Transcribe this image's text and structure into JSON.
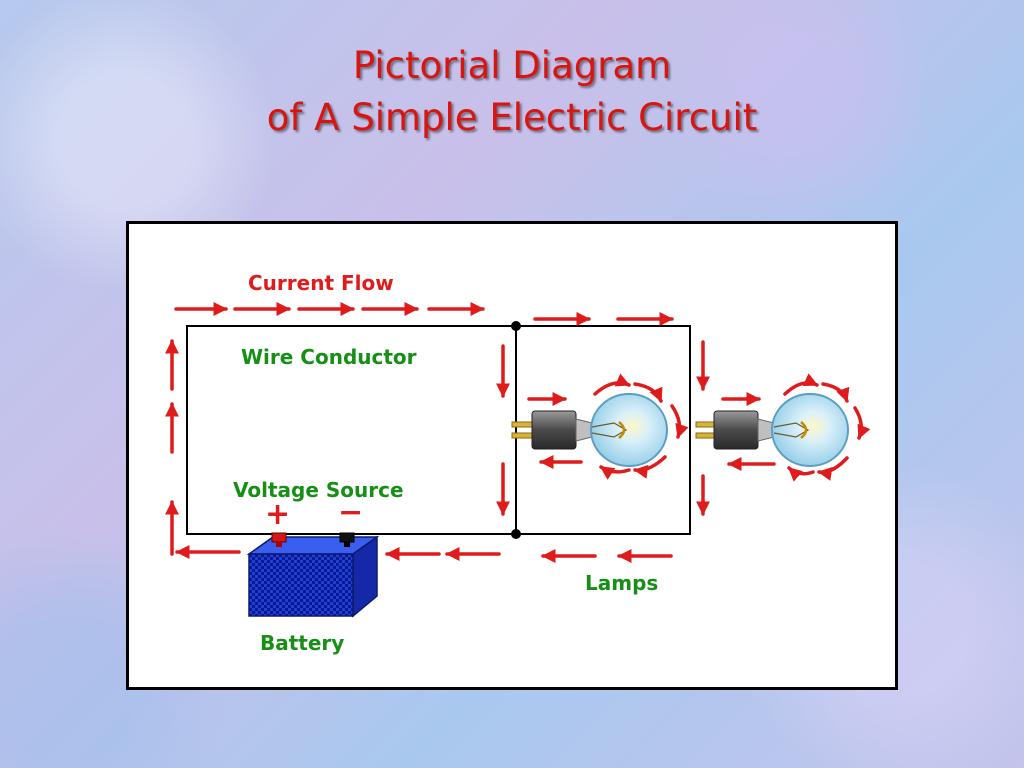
{
  "title": {
    "line1": "Pictorial Diagram",
    "line2": "of A Simple Electric Circuit"
  },
  "labels": {
    "current_flow": "Current Flow",
    "wire_conductor": "Wire Conductor",
    "voltage_source": "Voltage Source",
    "battery": "Battery",
    "lamps": "Lamps",
    "plus": "+",
    "minus": "−"
  },
  "colors": {
    "title": "#d8160f",
    "arrow": "#e01b1b",
    "label_green": "#168f16",
    "battery": "#1e3fd8"
  }
}
